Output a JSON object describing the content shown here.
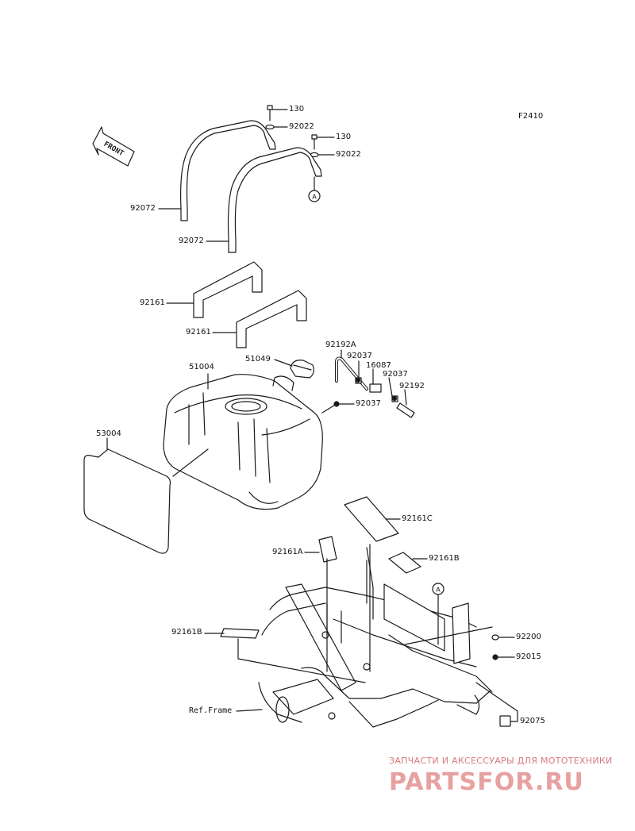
{
  "diagram_code": "F2410",
  "front_label": "FRONT",
  "ref_marker": "A",
  "labels": {
    "l130a": "130",
    "l92022a": "92022",
    "l130b": "130",
    "l92022b": "92022",
    "l92072a": "92072",
    "l92072b": "92072",
    "l92161a": "92161",
    "l92161b": "92161",
    "l92192A": "92192A",
    "l92037a": "92037",
    "l16087": "16087",
    "l92037b": "92037",
    "l92192": "92192",
    "l51049": "51049",
    "l51004": "51004",
    "l92037c": "92037",
    "l53004": "53004",
    "l92161C": "92161C",
    "l92161A": "92161A",
    "l92161B_r": "92161B",
    "l92200": "92200",
    "l92015": "92015",
    "l92161B_l": "92161B",
    "lref": "Ref.Frame",
    "l92075": "92075"
  },
  "watermark": {
    "caption": "ЗАПЧАСТИ И АКСЕССУАРЫ ДЛЯ МОТОТЕХНИКИ",
    "logo": "PARTSFOR.RU"
  },
  "colors": {
    "line": "#1a1a1a",
    "watermark": "#e8a0a0"
  }
}
